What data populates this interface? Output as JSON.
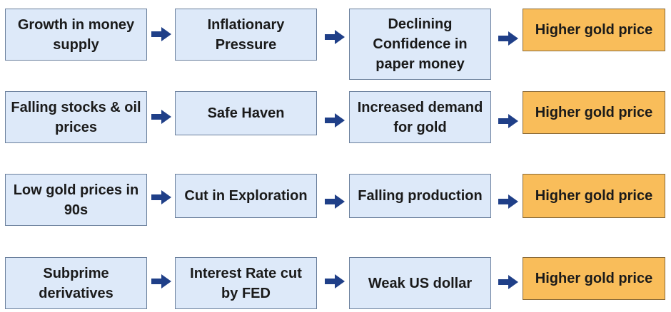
{
  "colors": {
    "cause_fill": "#dde9f9",
    "result_fill": "#f9bd5a",
    "arrow": "#1f3f88"
  },
  "rows": [
    {
      "steps": [
        "Growth in money supply",
        "Inflationary Pressure",
        "Declining Confidence in paper money",
        "Higher gold price"
      ]
    },
    {
      "steps": [
        "Falling stocks & oil prices",
        "Safe Haven",
        "Increased demand for gold",
        "Higher gold price"
      ]
    },
    {
      "steps": [
        "Low gold prices in 90s",
        "Cut in Exploration",
        "Falling production",
        "Higher gold price"
      ]
    },
    {
      "steps": [
        "Subprime derivatives",
        "Interest Rate cut by FED",
        "Weak US dollar",
        "Higher gold price"
      ]
    }
  ]
}
